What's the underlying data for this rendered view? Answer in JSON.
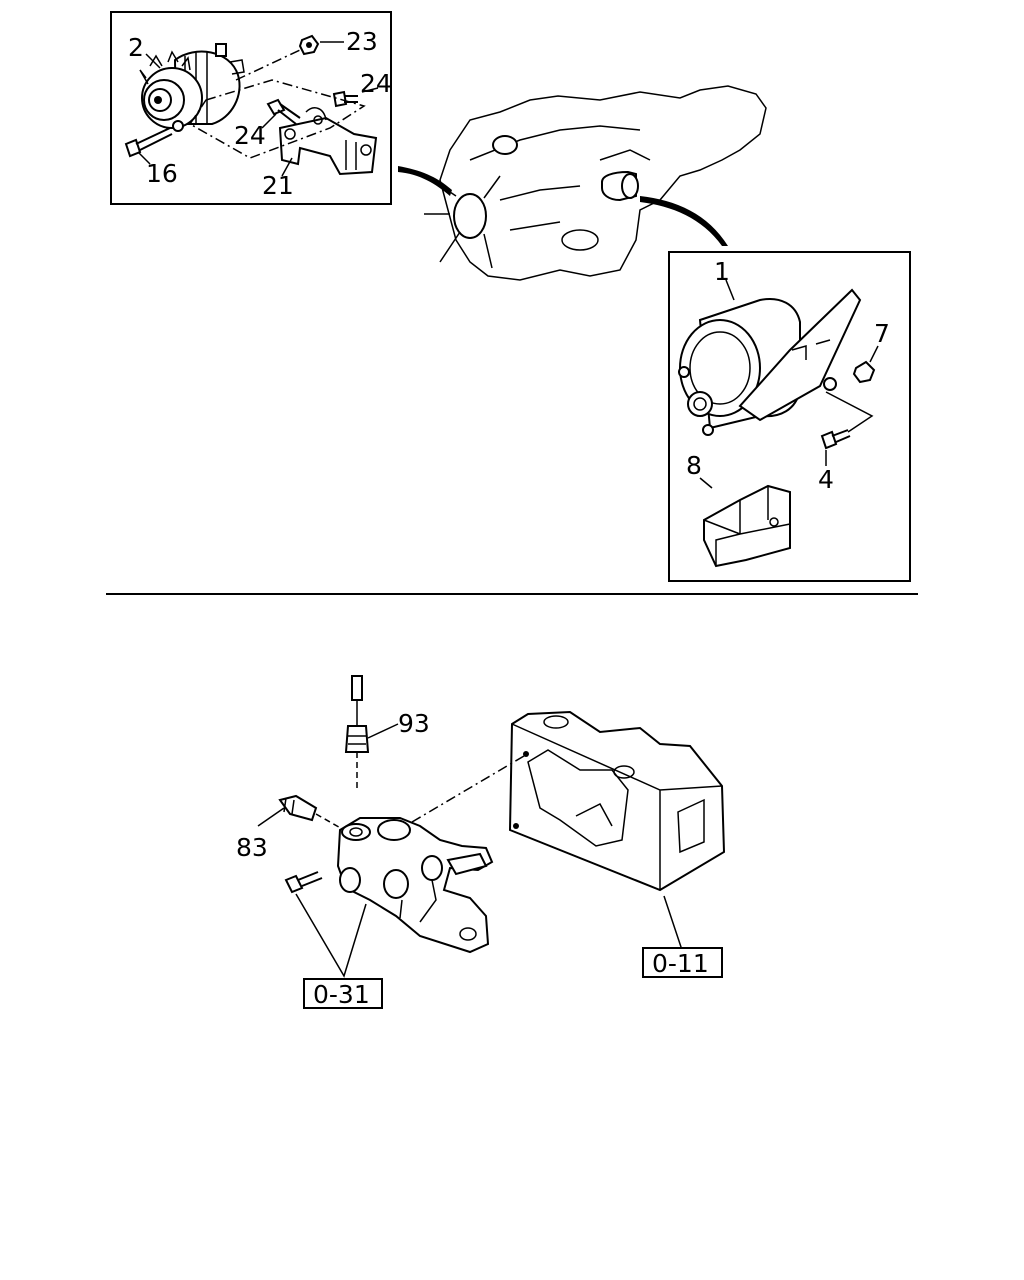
{
  "diagram": {
    "upper_section": {
      "alternator_callouts": [
        "2",
        "23",
        "24",
        "24",
        "16",
        "21"
      ],
      "starter_callouts": [
        "1",
        "7",
        "4",
        "8"
      ]
    },
    "lower_section": {
      "sensor_callouts": [
        "93",
        "83"
      ],
      "references": [
        "0-31",
        "0-11"
      ]
    }
  }
}
